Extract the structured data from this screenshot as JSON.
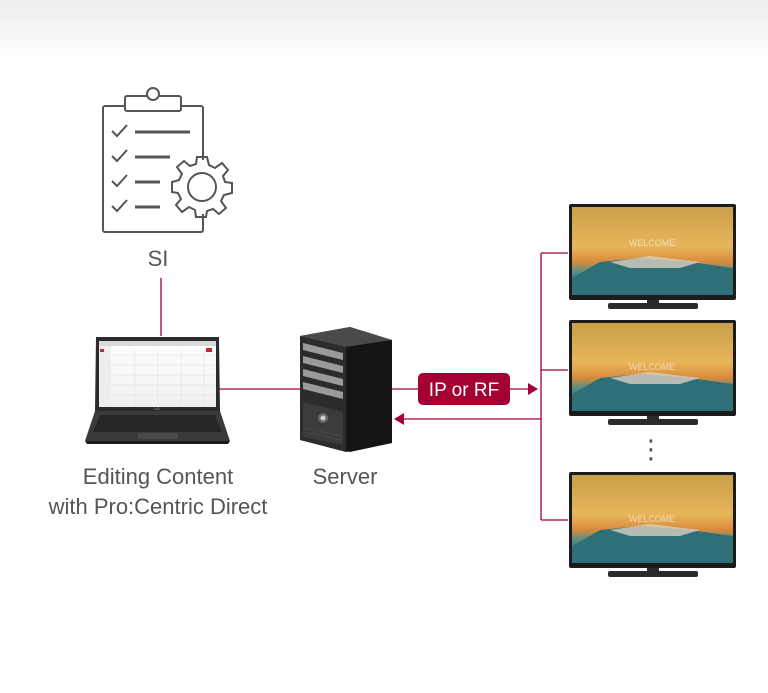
{
  "diagram": {
    "si_label": "SI",
    "editing_label_line1": "Editing Content",
    "editing_label_line2": "with Pro:Centric Direct",
    "server_label": "Server",
    "link_label": "IP or RF",
    "display_screen_text": "WELCOME",
    "more_displays_indicator": "⋮"
  },
  "colors": {
    "accent": "#a50034",
    "line": "#a50034",
    "icon_stroke": "#555555",
    "text": "#555555"
  }
}
